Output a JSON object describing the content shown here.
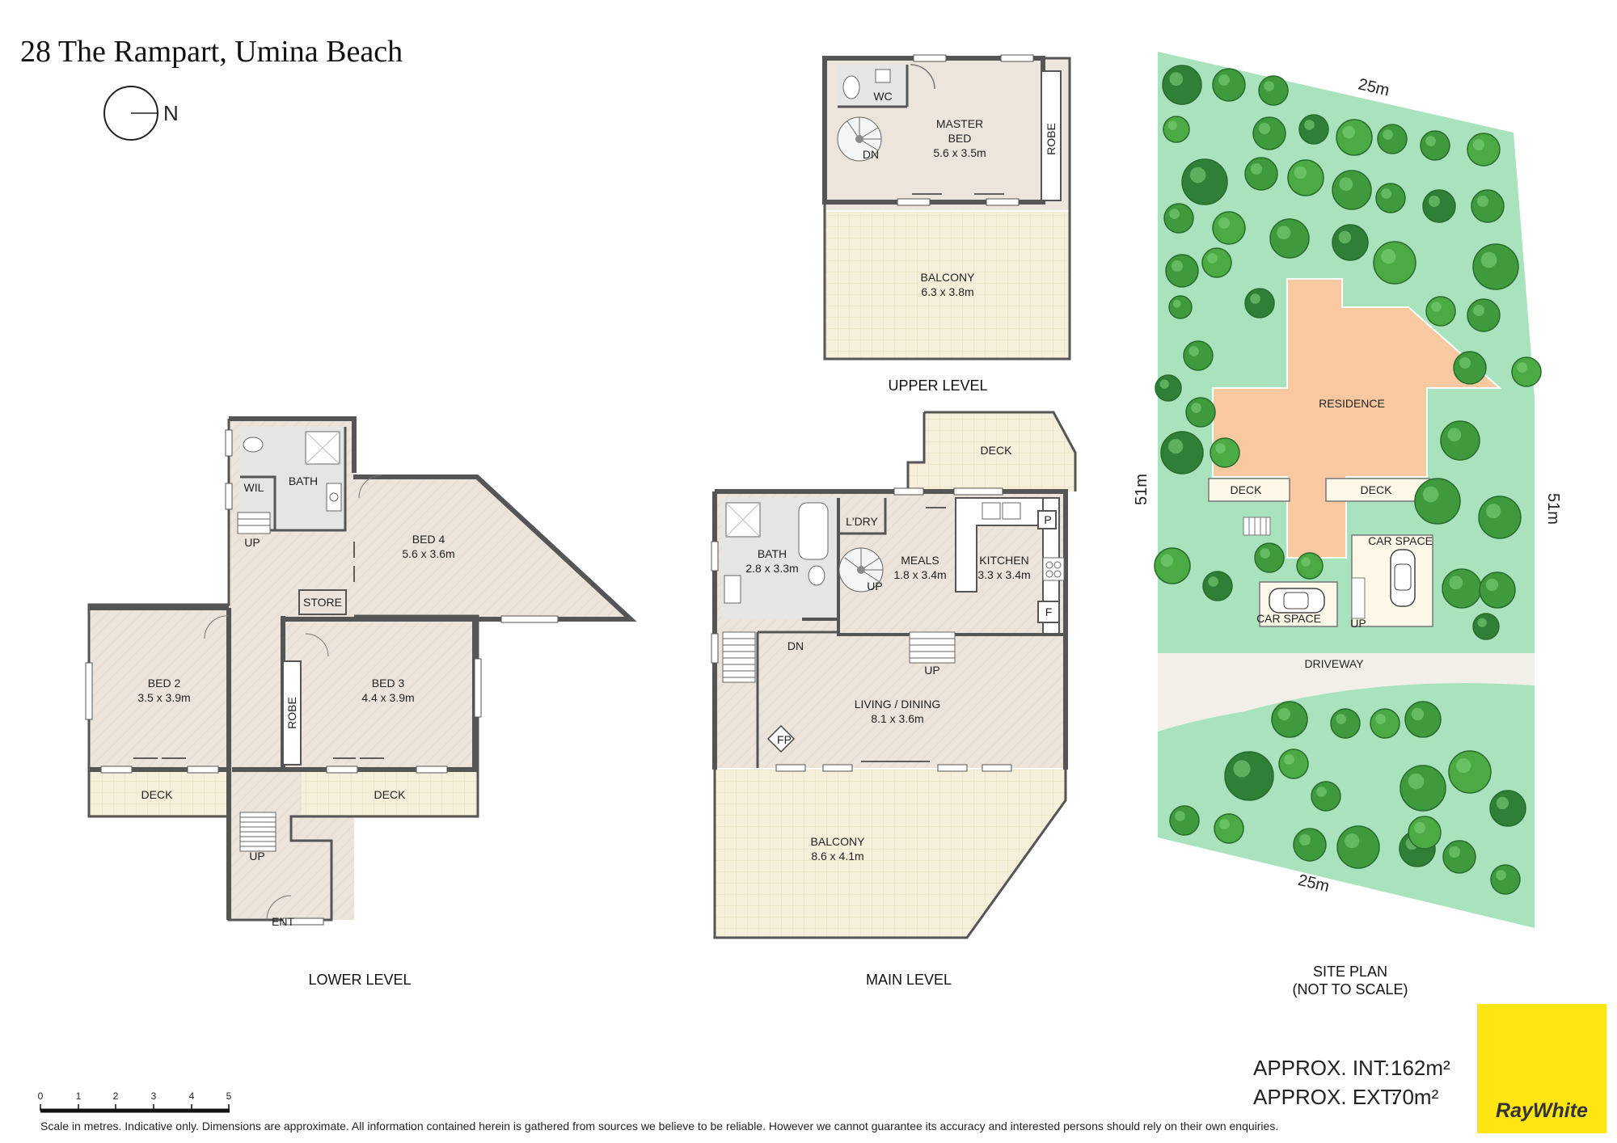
{
  "title": "28 The Rampart, Umina Beach",
  "compass": {
    "label": "N"
  },
  "levels": {
    "upper": "UPPER LEVEL",
    "lower": "LOWER LEVEL",
    "main": "MAIN LEVEL",
    "site": [
      "SITE PLAN",
      "(NOT TO SCALE)"
    ]
  },
  "upper_rooms": {
    "wc": "WC",
    "master": [
      "MASTER",
      "BED",
      "5.6 x 3.5m"
    ],
    "robe": "ROBE",
    "dn": "DN",
    "balcony": [
      "BALCONY",
      "6.3 x 3.8m"
    ]
  },
  "lower_rooms": {
    "bath": "BATH",
    "wil": "WIL",
    "up1": "UP",
    "bed4": [
      "BED 4",
      "5.6 x 3.6m"
    ],
    "store": "STORE",
    "bed2": [
      "BED 2",
      "3.5 x 3.9m"
    ],
    "bed3": [
      "BED 3",
      "4.4 x 3.9m"
    ],
    "robe": "ROBE",
    "deck1": "DECK",
    "deck2": "DECK",
    "up2": "UP",
    "ent": "ENT"
  },
  "main_rooms": {
    "deck": "DECK",
    "ldry": "L'DRY",
    "bath": [
      "BATH",
      "2.8 x 3.3m"
    ],
    "meals": [
      "MEALS",
      "1.8 x 3.4m"
    ],
    "up_spiral": "UP",
    "kitchen": [
      "KITCHEN",
      "3.3 x 3.4m"
    ],
    "p": "P",
    "f": "F",
    "dn": "DN",
    "up": "UP",
    "living": [
      "LIVING / DINING",
      "8.1 x 3.6m"
    ],
    "fp": "FP",
    "balcony": [
      "BALCONY",
      "8.6 x 4.1m"
    ]
  },
  "site": {
    "top": "25m",
    "bottom": "25m",
    "left": "51m",
    "right": "51m",
    "residence": "RESIDENCE",
    "deck1": "DECK",
    "deck2": "DECK",
    "car1": "CAR SPACE",
    "car2": "CAR SPACE",
    "up": "UP",
    "driveway": "DRIVEWAY"
  },
  "area": {
    "int_label": "APPROX. INT:",
    "int_value": "162m²",
    "ext_label": "APPROX. EXT:",
    "ext_value": "70m²"
  },
  "scale": {
    "ticks": [
      "0",
      "1",
      "2",
      "3",
      "4",
      "5"
    ]
  },
  "disclaimer": "Scale in metres. Indicative only. Dimensions are approximate. All information contained herein is gathered from sources we believe to be reliable. However we cannot guarantee its accuracy and interested persons should rely on their own enquiries.",
  "brand": {
    "name": "RayWhite",
    "color": "#ffe512"
  },
  "colors": {
    "lawn": "#a9e3bd",
    "residence": "#f8c9a1",
    "tree": "#3e9a3c"
  }
}
